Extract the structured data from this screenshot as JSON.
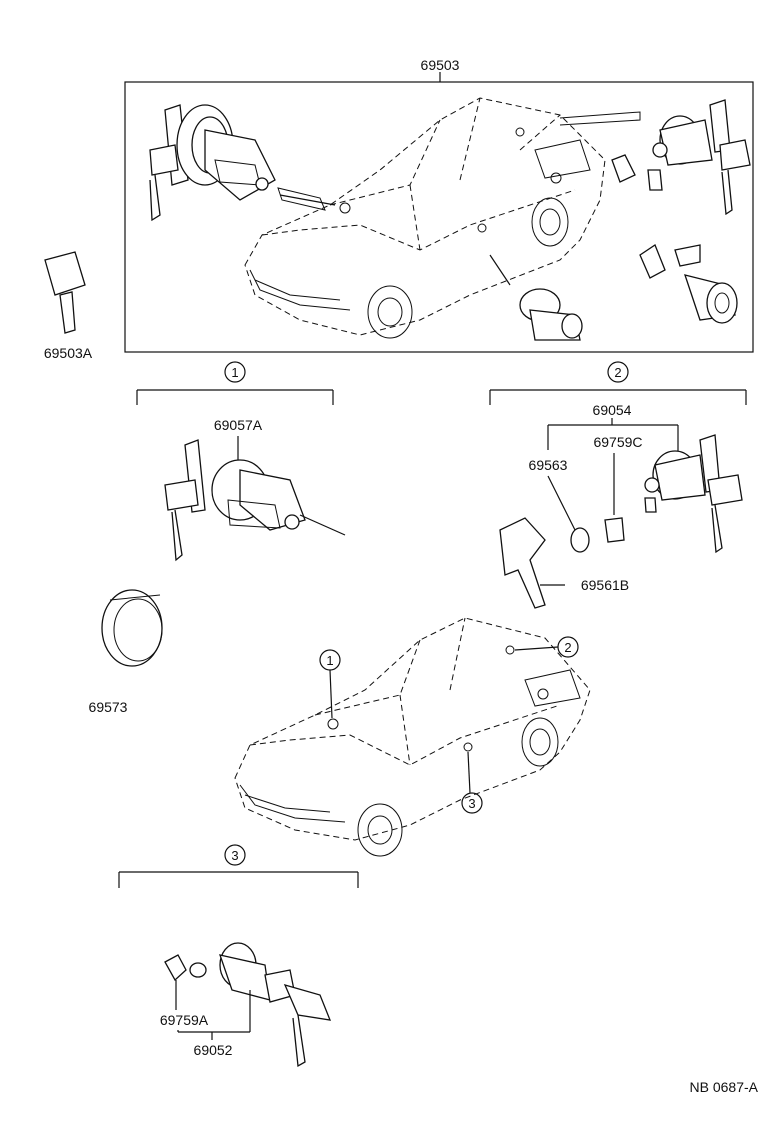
{
  "labels": {
    "kit": "69503",
    "key_blank": "69503A",
    "ignition_cyl": "69057A",
    "back_door_set": "69054",
    "clip_c": "69759C",
    "gasket": "69563",
    "retainer": "69561B",
    "ring": "69573",
    "door_clip": "69759A",
    "door_set": "69052",
    "code": "NB  0687-A"
  },
  "callouts": {
    "one": "1",
    "two": "2",
    "three": "3"
  }
}
